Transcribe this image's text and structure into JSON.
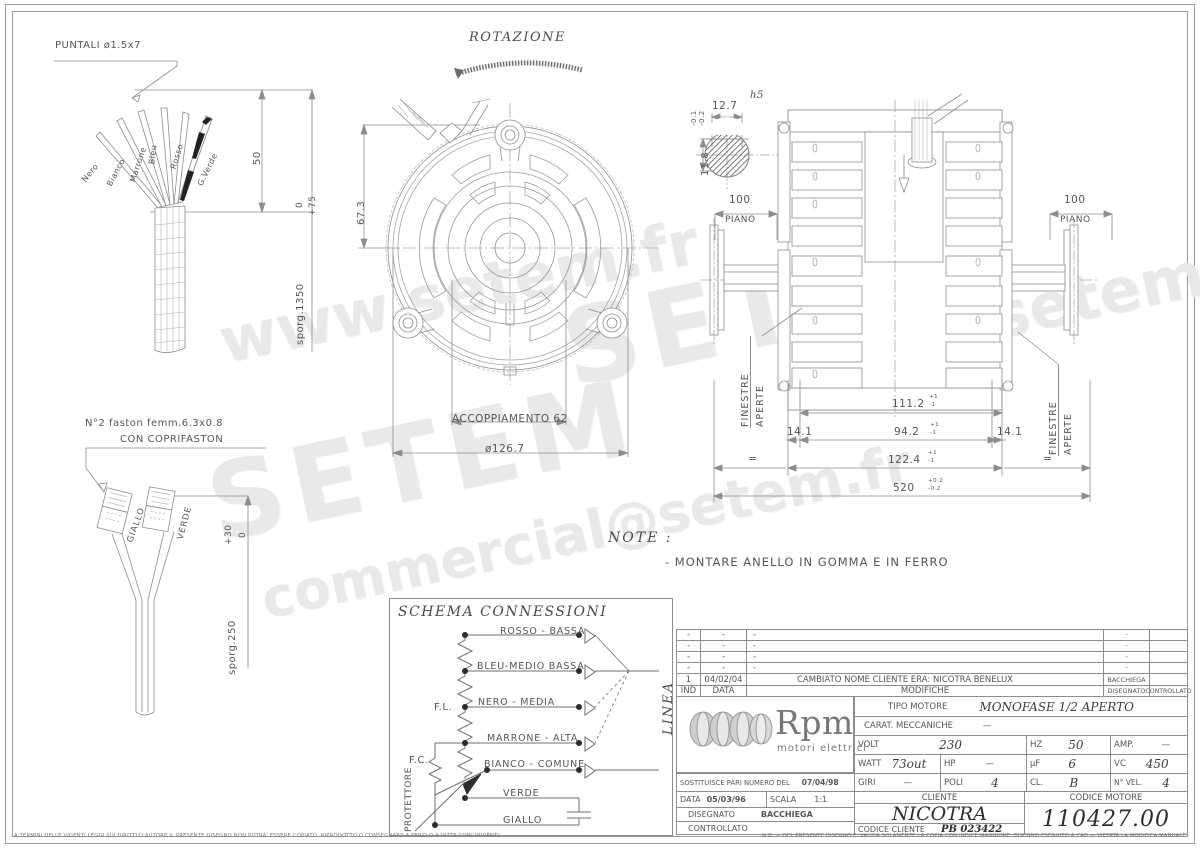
{
  "document": {
    "type": "technical-drawing",
    "legal_left": "A TERMINI DELLE VIGENTI LEGGI SUI DIRITTI D'AUTORE IL PRESENTE DISEGNO NON POTRA' ESSERE COPIATO, RIPRODOTTO O CONSEGNATO A TERZI O A DITTE CONCORRENTI,",
    "legal_right": "N.B. — DEL PRESENTE DISEGNO E' VALIDA SOLAMENTE LA COPIA CON INDICE MAGGIORE,     DISEGNO ESEGUITO A CAD — VIETATA LA MODIFICA MANUALE"
  },
  "watermarks": {
    "site": "www.setem.fr",
    "brand": "SETEM",
    "email": "commercial@setem.fr"
  },
  "wire_bundle": {
    "callout_line1": "PUNTALI ø1.5x7",
    "dim_50": "50",
    "dim_sporg": "sporg.1350",
    "dim_tol_upper": "+75",
    "dim_tol_lower": "0",
    "wires": [
      "Nero",
      "Bianco",
      "Marrone",
      "Bleu",
      "Rosso",
      "G.Verde"
    ]
  },
  "faston": {
    "callout_line1": "N°2 faston femm.6.3x0.8",
    "callout_line2": "CON COPRIFASTON",
    "labels": [
      "GIALLO",
      "VERDE"
    ],
    "dim_sporg": "sporg.250",
    "dim_tol_upper": "+30",
    "dim_tol_lower": "0"
  },
  "front_view": {
    "rotation_label": "ROTAZIONE",
    "dim_height": "67.3",
    "dim_coupling": "ACCOPPIAMENTO 62",
    "dim_diameter": "ø126.7"
  },
  "shaft_detail": {
    "width": "12.7",
    "fit": "h5",
    "height": "11.8",
    "tol_upper": "-0.1",
    "tol_lower": "-0.2"
  },
  "side_view": {
    "left_piano": {
      "value": "100",
      "label": "PIANO"
    },
    "right_piano": {
      "value": "100",
      "label": "PIANO"
    },
    "finestre_left": [
      "FINESTRE",
      "APERTE"
    ],
    "finestre_right": [
      "FINESTRE",
      "APERTE"
    ],
    "dims": [
      {
        "value": "111.2",
        "tol_upper": "+1",
        "tol_lower": "-1"
      },
      {
        "value": "94.2",
        "tol_upper": "+1",
        "tol_lower": "-1"
      },
      {
        "value": "122.4",
        "tol_upper": "+1",
        "tol_lower": "-1"
      },
      {
        "value": "520",
        "tol_upper": "+0.2",
        "tol_lower": "-0.2"
      }
    ],
    "dim_left_14": "14.1",
    "dim_right_14": "14.1",
    "eq_left": "=",
    "eq_right": "="
  },
  "notes": {
    "title": "NOTE :",
    "items": [
      "- MONTARE ANELLO IN GOMMA E IN FERRO"
    ]
  },
  "schema": {
    "title": "SCHEMA CONNESSIONI",
    "linea_label": "LINEA",
    "protettore_label": "PROTETTORE",
    "fl_label": "F.L.",
    "fc_label": "F.C.",
    "taps": [
      "ROSSO - BASSA",
      "BLEU-MEDIO BASSA",
      "NERO - MEDIA",
      "MARRONE - ALTA",
      "BIANCO - COMUNE",
      "VERDE",
      "GIALLO"
    ]
  },
  "revision_table": {
    "headers": {
      "ind": "IND",
      "data": "DATA",
      "modifiche": "MODIFICHE",
      "disegnato": "DISEGNATO",
      "controllato": "CONTROLLATO"
    },
    "rows": [
      {
        "ind": "-",
        "data": "-",
        "modifiche": "-",
        "disegnato": "-",
        "controllato": ""
      },
      {
        "ind": "-",
        "data": "-",
        "modifiche": "-",
        "disegnato": "-",
        "controllato": ""
      },
      {
        "ind": "-",
        "data": "-",
        "modifiche": "-",
        "disegnato": "-",
        "controllato": ""
      },
      {
        "ind": "-",
        "data": "-",
        "modifiche": "-",
        "disegnato": "-",
        "controllato": ""
      },
      {
        "ind": "1",
        "data": "04/02/04",
        "modifiche": "CAMBIATO NOME CLIENTE ERA: NICOTRA BENELUX",
        "disegnato": "BACCHIEGA",
        "controllato": ""
      }
    ]
  },
  "title_block": {
    "logo": {
      "name": "Rpm",
      "tagline": "motori elettrici"
    },
    "tipo_motore_label": "TIPO MOTORE",
    "tipo_motore_value": "MONOFASE 1/2 APERTO",
    "carat_label": "CARAT. MECCANICHE",
    "carat_value": "—",
    "volt_label": "VOLT",
    "volt_value": "230",
    "hz_label": "HZ",
    "hz_value": "50",
    "amp_label": "AMP.",
    "amp_value": "—",
    "watt_label": "WATT",
    "watt_value": "73out",
    "hp_label": "HP",
    "hp_value": "—",
    "uf_label": "µF",
    "uf_value": "6",
    "vc_label": "VC",
    "vc_value": "450",
    "giri_label": "GIRI",
    "giri_value": "—",
    "poli_label": "POLI",
    "poli_value": "4",
    "cl_label": "CL.",
    "cl_value": "B",
    "nvel_label": "N° VEL.",
    "nvel_value": "4",
    "sostituisce_label": "SOSTITUISCE PARI NUMERO DEL",
    "sostituisce_value": "07/04/98",
    "data_label": "DATA",
    "data_value": "05/03/96",
    "scala_label": "SCALA",
    "scala_value": "1:1",
    "disegnato_label": "DISEGNATO",
    "disegnato_value": "BACCHIEGA",
    "controllato_label": "CONTROLLATO",
    "controllato_value": "",
    "cliente_label": "CLIENTE",
    "cliente_value": "NICOTRA",
    "codice_cliente_label": "CODICE CLIENTE",
    "codice_cliente_value": "PB 023422",
    "codice_motore_label": "CODICE MOTORE",
    "codice_motore_value": "110427.00"
  }
}
